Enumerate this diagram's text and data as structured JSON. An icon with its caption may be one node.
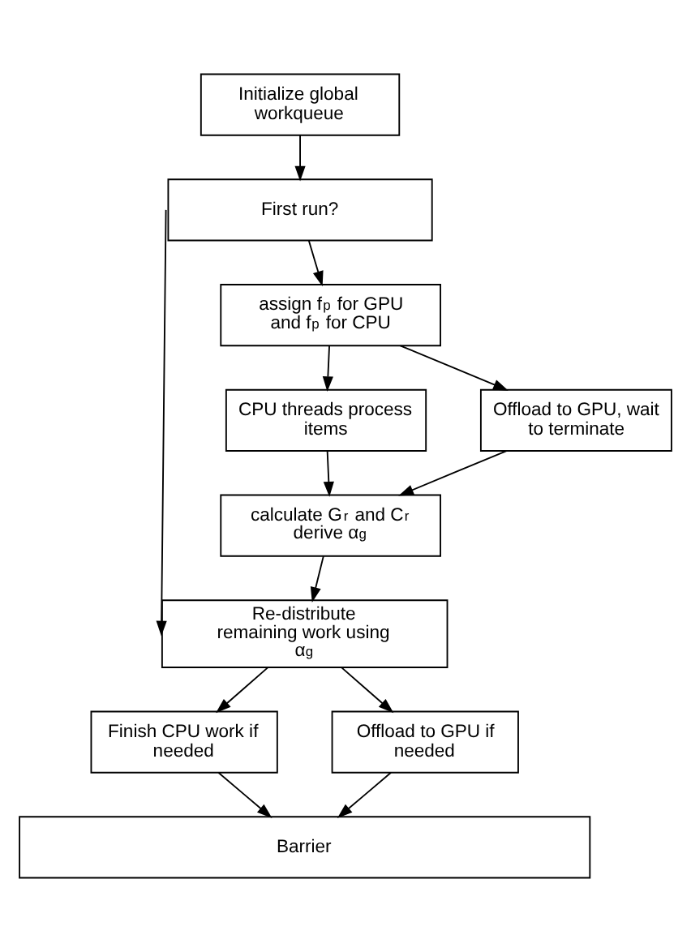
{
  "diagram": {
    "nodes": [
      {
        "text": [
          "Initialize global workqueue"
        ]
      },
      {
        "text": [
          "First run?"
        ]
      },
      {
        "text": [
          "assign f$_{p}$ for GPU and f$_{p}$ for CPU"
        ]
      },
      {
        "text": [
          "CPU threads process items"
        ]
      },
      {
        "text": [
          "Offload to GPU, wait to terminate"
        ]
      },
      {
        "text": [
          "calculate G$_{r}$ and C$_{r}$ derive α$_{g}$"
        ]
      },
      {
        "text": [
          "Re-distribute remaining work using α$_{g}$"
        ]
      },
      {
        "text": [
          "Finish CPU work if needed"
        ]
      },
      {
        "text": [
          "Offload to GPU if needed"
        ]
      },
      {
        "text": [
          "Barrier"
        ]
      }
    ],
    "edges": [
      {
        "from": 0,
        "to": 1,
        "arrow": "to"
      },
      {
        "from": 1,
        "to": 2,
        "arrow": "to"
      },
      {
        "from": 2,
        "to": 3,
        "arrow": "to"
      },
      {
        "from": 2,
        "to": 4,
        "arrow": "to"
      },
      {
        "from": 3,
        "to": 5,
        "arrow": "to"
      },
      {
        "from": 4,
        "to": 5,
        "arrow": "to"
      },
      {
        "from": 5,
        "to": 6,
        "arrow": "to"
      },
      {
        "from": 1,
        "to": 6,
        "arrow": "to"
      },
      {
        "from": 6,
        "to": 7,
        "arrow": "to"
      },
      {
        "from": 6,
        "to": 8,
        "arrow": "to"
      },
      {
        "from": 7,
        "to": 9,
        "arrow": "to"
      },
      {
        "from": 8,
        "to": 9,
        "arrow": "to"
      }
    ]
  }
}
